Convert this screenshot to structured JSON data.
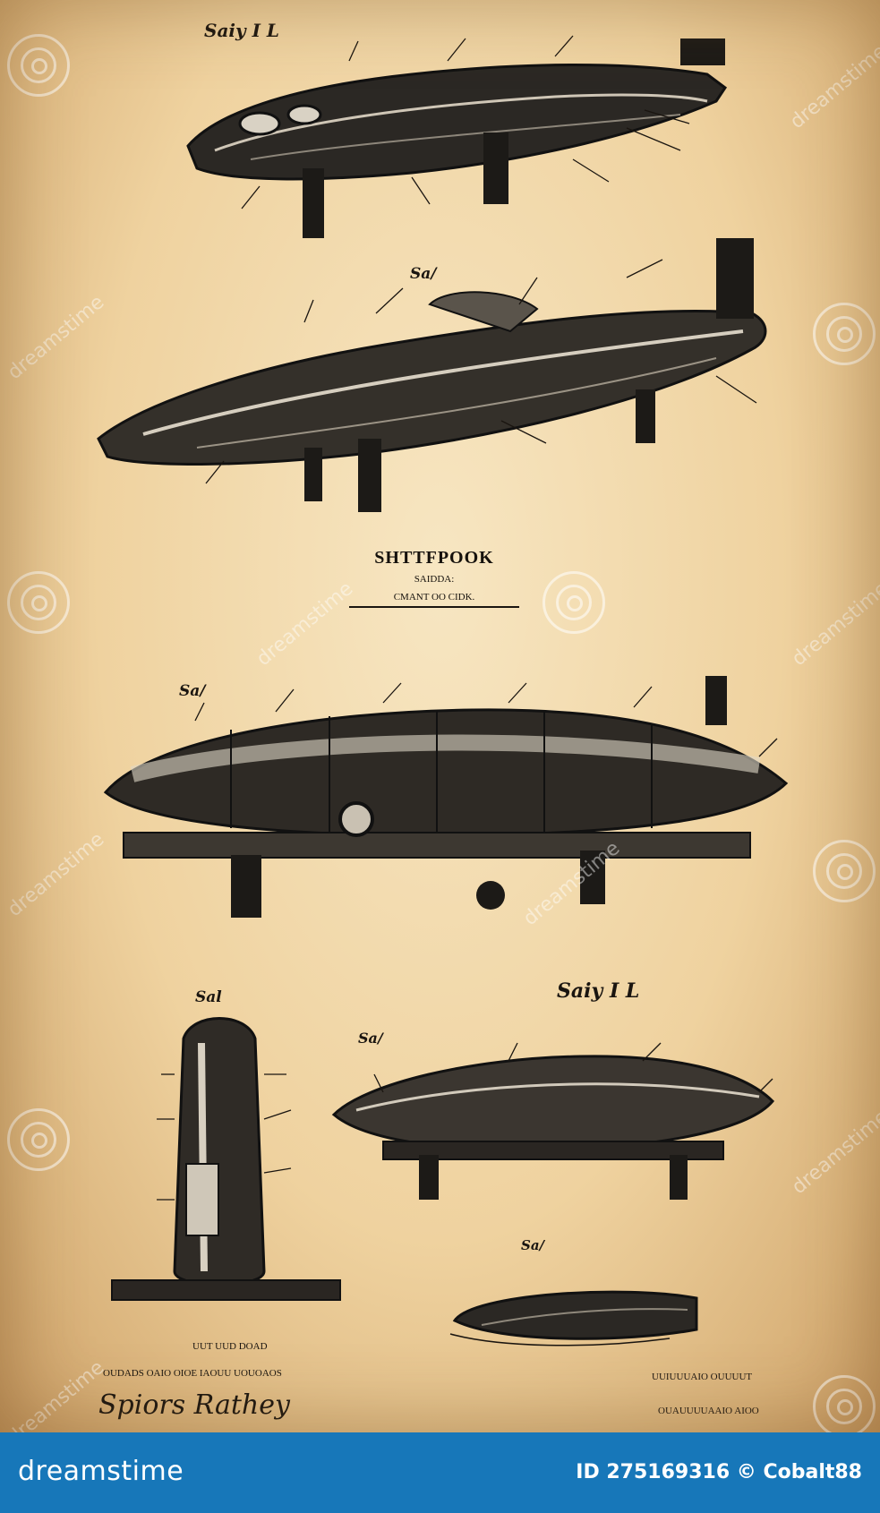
{
  "drawing": {
    "title": "SHTTFPOOK",
    "subtitle": "SAIDDA:",
    "subtitle2": "CMANT  OO  CIDK.",
    "fig_labels": {
      "fig1": "Saiy I L",
      "fig2": "Sa/",
      "fig3": "Sa/",
      "fig4": "Sal",
      "fig5": "Saiy I L",
      "fig6": "Sa/",
      "fig7": "Sa/"
    },
    "footer_left_line1": "UUT    UUD DOAD",
    "footer_left_line2": "OUDADS  OAIO OIOE   IAOUU UOUOAOS",
    "footer_right_line1": "UUIUUUAIO OUUUUT",
    "footer_right_line2": "OUAUUUUAAIO AIOO",
    "signature": "Spiors  Rathey"
  },
  "watermark": {
    "brand": "dreamstime",
    "icon": "dreamstime-swirl-icon"
  },
  "credit_bar": {
    "logo": "dreamstime",
    "id_text": "ID 275169316 © Cobalt88",
    "color": "#1777b9"
  }
}
